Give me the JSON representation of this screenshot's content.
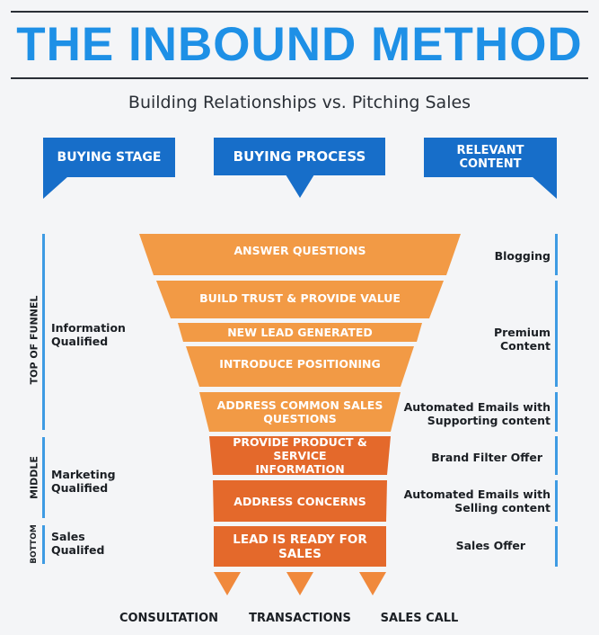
{
  "title": "THE INBOUND METHOD",
  "subtitle": "Building Relationships vs. Pitching Sales",
  "headers": {
    "buying_stage": "BUYING STAGE",
    "buying_process": "BUYING PROCESS",
    "relevant_content": "RELEVANT CONTENT"
  },
  "funnel_sections": {
    "top": "TOP OF FUNNEL",
    "middle": "MIDDLE",
    "bottom": "BOTTOM"
  },
  "stages": {
    "top": [
      "Information",
      "Qualified"
    ],
    "middle": [
      "Marketing",
      "Qualified"
    ],
    "bottom": [
      "Sales",
      "Qualifed"
    ]
  },
  "funnel_steps": [
    [
      "ANSWER QUESTIONS"
    ],
    [
      "BUILD TRUST & PROVIDE VALUE"
    ],
    [
      "NEW LEAD GENERATED"
    ],
    [
      "INTRODUCE POSITIONING"
    ],
    [
      "ADDRESS COMMON SALES",
      "QUESTIONS"
    ],
    [
      "PROVIDE PRODUCT & SERVICE",
      "INFORMATION"
    ],
    [
      "ADDRESS CONCERNS"
    ],
    [
      "LEAD IS READY FOR",
      "SALES"
    ]
  ],
  "content": {
    "blogging": [
      "Blogging"
    ],
    "premium": [
      "Premium",
      "Content"
    ],
    "auto_support": [
      "Automated Emails with",
      "Supporting content"
    ],
    "brand_filter": [
      "Brand Filter Offer"
    ],
    "auto_selling": [
      "Automated Emails with",
      "Selling content"
    ],
    "sales_offer": [
      "Sales Offer"
    ]
  },
  "outcomes": [
    "CONSULTATION",
    "TRANSACTIONS",
    "SALES CALL"
  ],
  "colors": {
    "title_blue": "#1e90e6",
    "header_blue": "#176ec9",
    "bar_blue": "#3e9be3",
    "funnel_light": "#f29a45",
    "funnel_dark": "#e4692b",
    "text_dark": "#1b1f24"
  }
}
